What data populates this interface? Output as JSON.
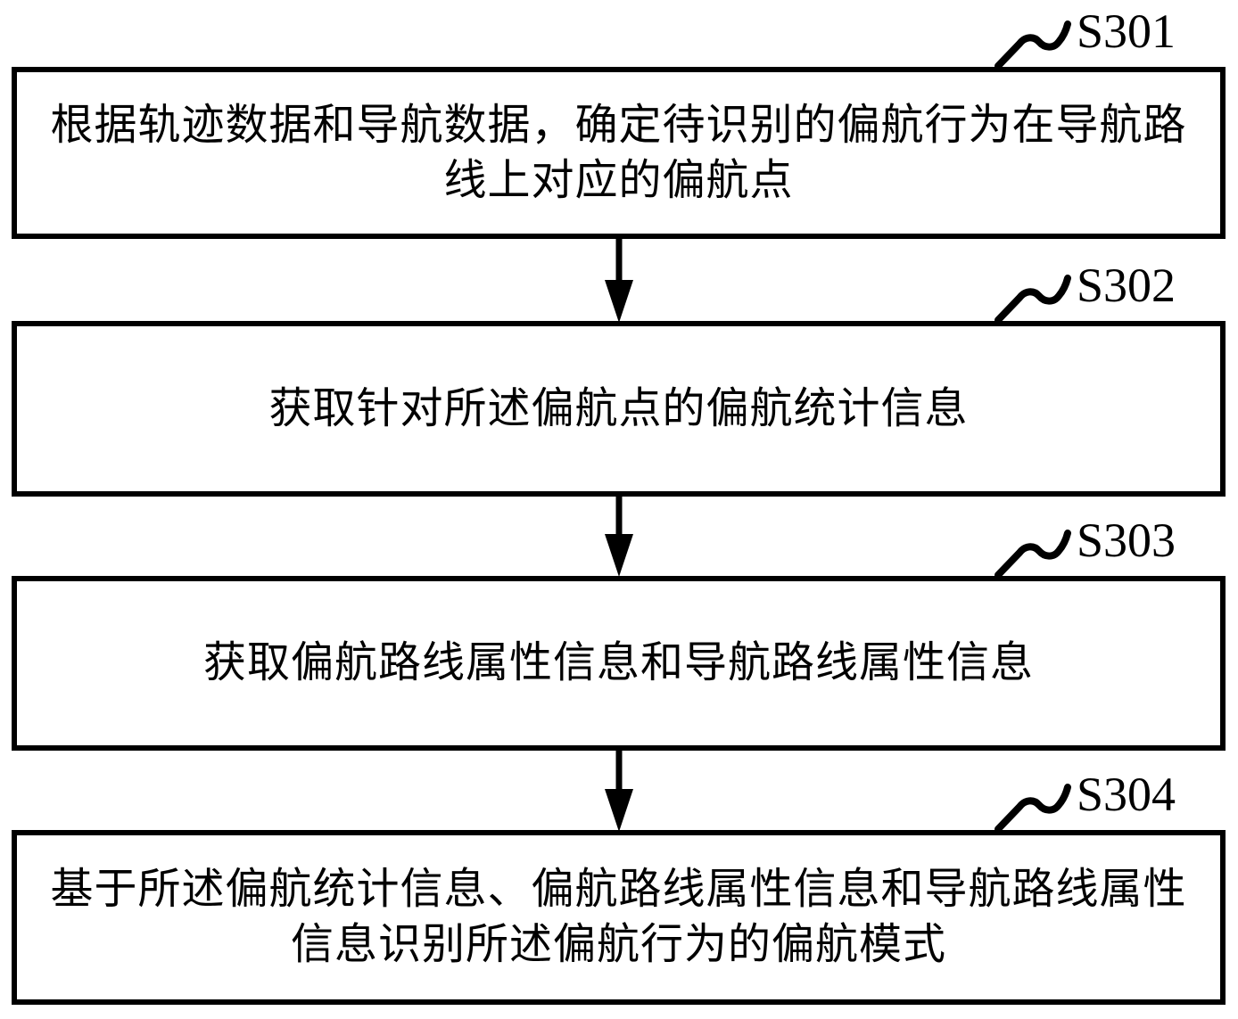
{
  "figure": {
    "colors": {
      "ink": "#000000",
      "background": "#ffffff"
    }
  },
  "steps": [
    {
      "id": "S301",
      "text": "根据轨迹数据和导航数据，确定待识别的偏航行为在导航路\n线上对应的偏航点"
    },
    {
      "id": "S302",
      "text": "获取针对所述偏航点的偏航统计信息"
    },
    {
      "id": "S303",
      "text": "获取偏航路线属性信息和导航路线属性信息"
    },
    {
      "id": "S304",
      "text": "基于所述偏航统计信息、偏航路线属性信息和导航路线属性\n信息识别所述偏航行为的偏航模式"
    }
  ]
}
